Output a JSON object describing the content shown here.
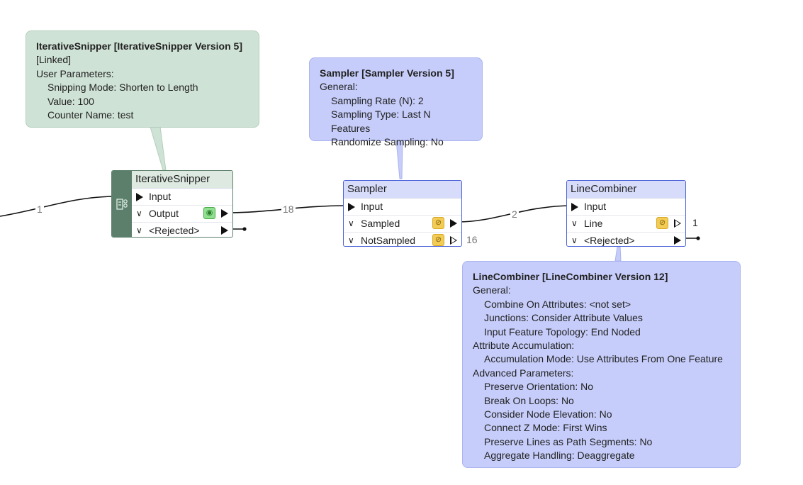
{
  "annotations": {
    "snipper": {
      "title": "IterativeSnipper [IterativeSnipper Version 5]",
      "linked": "[Linked]",
      "section": "User Parameters:",
      "params": [
        "Snipping Mode: Shorten to Length",
        "Value: 100",
        "Counter Name: test"
      ]
    },
    "sampler": {
      "title": "Sampler [Sampler Version 5]",
      "section": "General:",
      "params": [
        "Sampling Rate (N): 2",
        "Sampling Type: Last N Features",
        "Randomize Sampling: No"
      ]
    },
    "linecombiner": {
      "title": "LineCombiner [LineCombiner Version 12]",
      "general": "General:",
      "general_params": [
        "Combine On Attributes: <not set>",
        "Junctions: Consider Attribute Values",
        "Input Feature Topology: End Noded"
      ],
      "accum": "Attribute Accumulation:",
      "accum_params": [
        "Accumulation Mode: Use Attributes From One Feature"
      ],
      "advanced": "Advanced Parameters:",
      "advanced_params": [
        "Preserve Orientation: No",
        "Break On Loops: No",
        "Consider Node Elevation: No",
        "Connect Z Mode: First Wins",
        "Preserve Lines as Path Segments: No",
        "Aggregate Handling: Deaggregate"
      ]
    }
  },
  "nodes": {
    "snipper": {
      "name": "IterativeSnipper",
      "ports": {
        "input": "Input",
        "output": "Output",
        "rejected": "<Rejected>"
      }
    },
    "sampler": {
      "name": "Sampler",
      "ports": {
        "input": "Input",
        "sampled": "Sampled",
        "notsampled": "NotSampled"
      }
    },
    "linecombiner": {
      "name": "LineCombiner",
      "ports": {
        "input": "Input",
        "line": "Line",
        "rejected": "<Rejected>"
      }
    }
  },
  "counts": {
    "incoming": "1",
    "snipper_to_sampler": "18",
    "sampled_to_combiner": "2",
    "notsampled": "16",
    "line": "1"
  },
  "icons": {
    "inspect_on": "eye-icon",
    "inspect_off": "eye-off-icon",
    "sidebar": "linked-transformer-icon"
  },
  "colors": {
    "green_node": "#5c7f6b",
    "blue_node": "#4d63d8",
    "green_annotation": "#cfe2d6",
    "blue_annotation": "#c6cdfa"
  }
}
